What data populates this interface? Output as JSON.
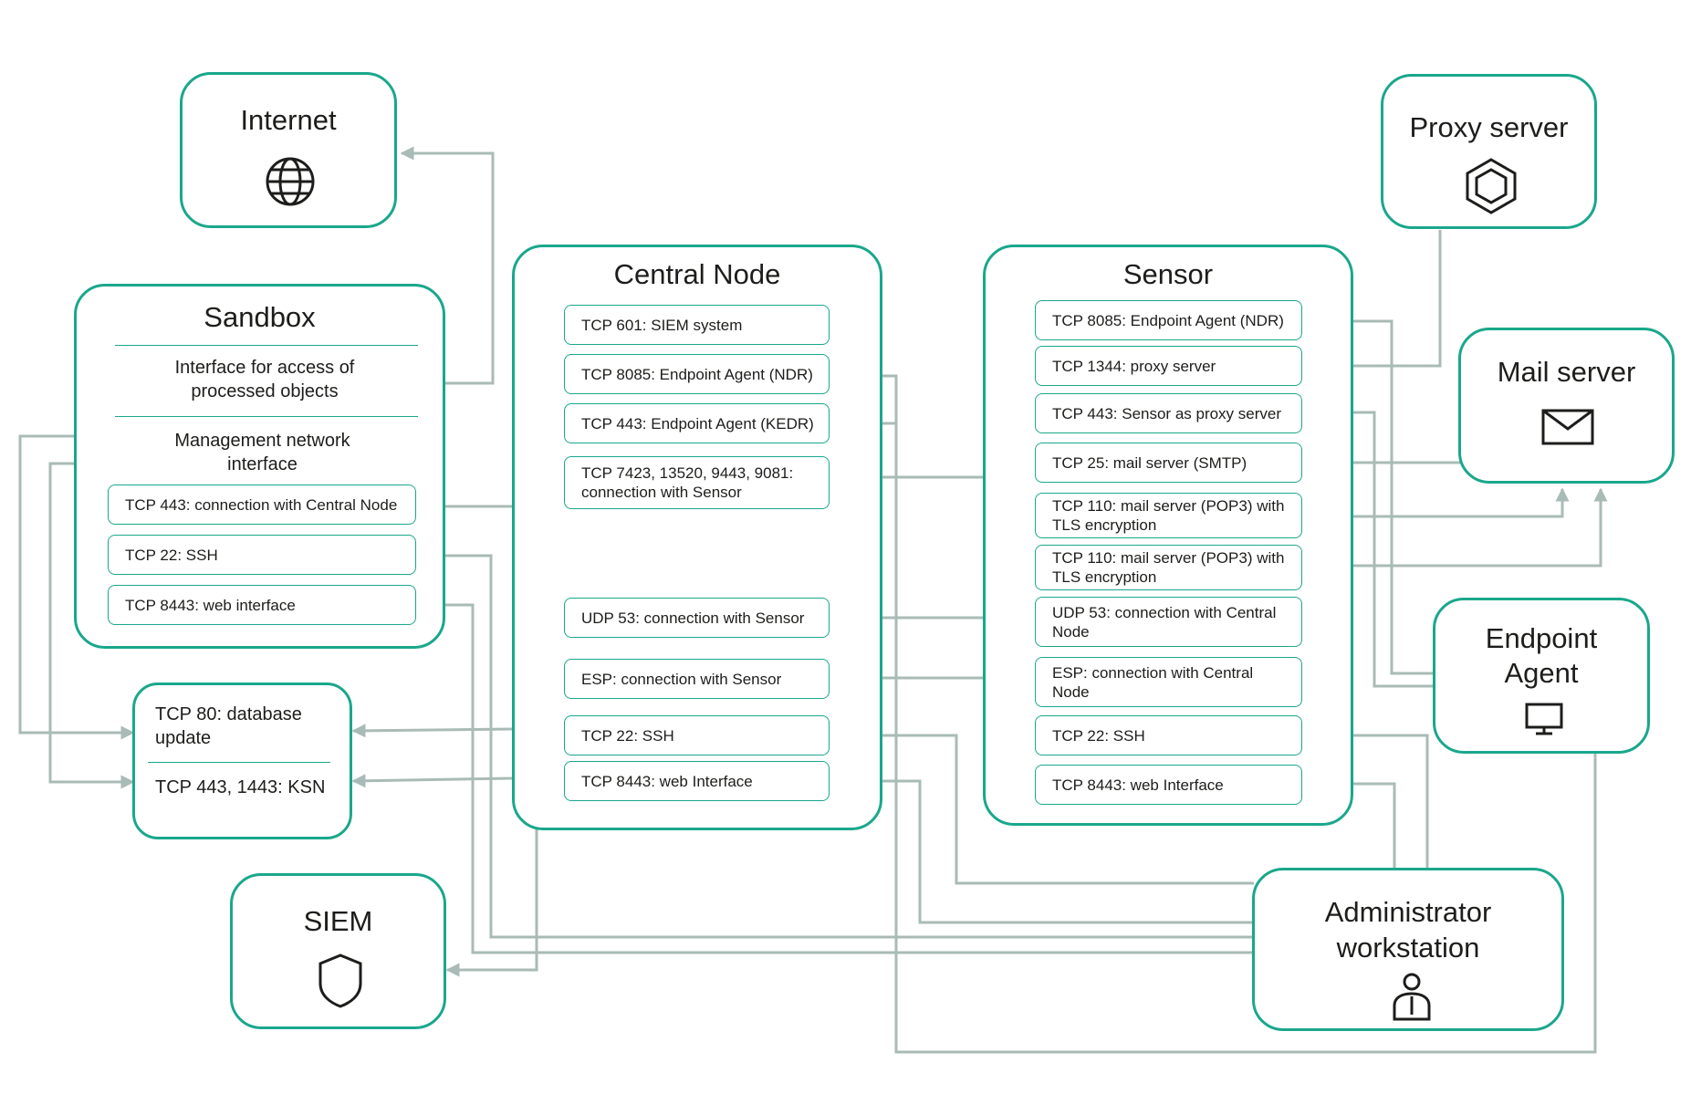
{
  "internet": {
    "title": "Internet",
    "icon": "globe-icon"
  },
  "proxy": {
    "title": "Proxy server",
    "icon": "hexagon-icon"
  },
  "mail": {
    "title": "Mail server",
    "icon": "envelope-icon"
  },
  "endpoint": {
    "title_line1": "Endpoint",
    "title_line2": "Agent",
    "icon": "monitor-icon"
  },
  "siem": {
    "title": "SIEM",
    "icon": "shield-icon"
  },
  "admin": {
    "title_line1": "Administrator",
    "title_line2": "workstation",
    "icon": "user-icon"
  },
  "sandbox": {
    "title": "Sandbox",
    "iface_access": "Interface for access of processed objects",
    "mgmt_iface": "Management network interface",
    "ports": [
      "TCP 443: connection with Central Node",
      "TCP 22: SSH",
      "TCP 8443: web interface"
    ]
  },
  "updates": {
    "line1": "TCP 80: database update",
    "line2": "TCP 443, 1443: KSN"
  },
  "central": {
    "title": "Central Node",
    "ports": [
      "TCP 601: SIEM system",
      "TCP 8085: Endpoint Agent (NDR)",
      "TCP 443: Endpoint Agent (KEDR)",
      "TCP 7423, 13520, 9443, 9081: connection with Sensor",
      "UDP 53: connection with Sensor",
      "ESP: connection with Sensor",
      "TCP 22: SSH",
      "TCP 8443: web Interface"
    ]
  },
  "sensor": {
    "title": "Sensor",
    "ports": [
      "TCP 8085: Endpoint Agent (NDR)",
      "TCP 1344: proxy server",
      "TCP 443: Sensor as proxy server",
      "TCP 25: mail server (SMTP)",
      "TCP 110: mail server (POP3) with TLS encryption",
      "TCP 110: mail server (POP3) with TLS encryption",
      "UDP 53: connection with Central Node",
      "ESP: connection with Central Node",
      "TCP 22: SSH",
      "TCP 8443: web Interface"
    ]
  },
  "colors": {
    "accent": "#1aa78c",
    "connector": "#a9bbb6",
    "text": "#1d1d1b"
  }
}
